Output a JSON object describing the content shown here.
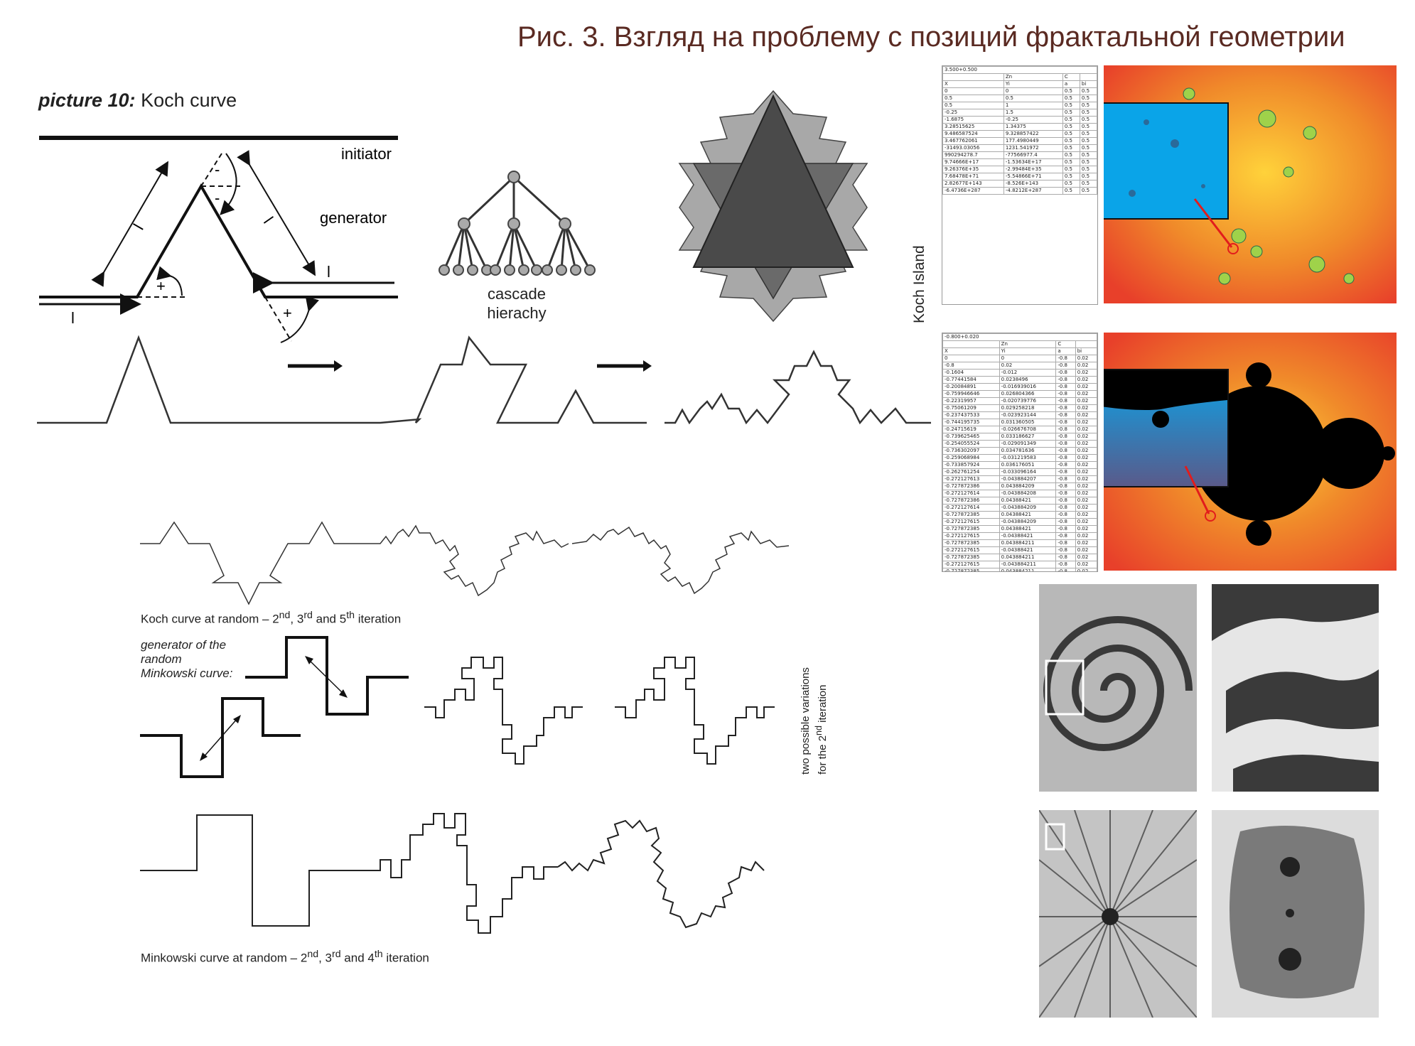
{
  "title": "Рис. 3. Взгляд на проблему с позиций фрактальной геометрии",
  "picture": {
    "label": "picture 10:",
    "name": "Koch curve"
  },
  "koch": {
    "initiator_label": "initiator",
    "generator_label": "generator",
    "length_label": "l",
    "plus_label": "+",
    "minus_label": "-"
  },
  "cascade": {
    "line1": "cascade",
    "line2": "hierachy"
  },
  "koch_island_label": "Koch Island",
  "random_koch_caption": {
    "text": "Koch curve at random – 2",
    "sup1": "nd",
    "t2": ", 3",
    "sup2": "rd",
    "t3": " and 5",
    "sup3": "th",
    "t4": " iteration"
  },
  "minkowski_generator_label": {
    "line1": "generator of the",
    "line2": "random",
    "line3": "Minkowski curve:"
  },
  "variations_label": {
    "line1": "two possible variations",
    "line2": "for the 2",
    "sup": "nd",
    "line3": " iteration"
  },
  "minkowski_caption": {
    "text": "Minkowski curve at random – 2",
    "sup1": "nd",
    "t2": ", 3",
    "sup2": "rd",
    "t3": " and 4",
    "sup3": "th",
    "t4": " iteration"
  },
  "table1": {
    "header": "3.500+0.500",
    "cols": [
      "Zn",
      "C"
    ],
    "sub": [
      "X",
      "Yi",
      "a",
      "bi"
    ],
    "rows": [
      [
        "0",
        "0",
        "0.5",
        "0.5"
      ],
      [
        "0.5",
        "0.5",
        "0.5",
        "0.5"
      ],
      [
        "0.5",
        "1",
        "0.5",
        "0.5"
      ],
      [
        "-0.25",
        "1.5",
        "0.5",
        "0.5"
      ],
      [
        "-1.6875",
        "-0.25",
        "0.5",
        "0.5"
      ],
      [
        "3.28515625",
        "1.34375",
        "0.5",
        "0.5"
      ],
      [
        "9.486587524",
        "9.328857422",
        "0.5",
        "0.5"
      ],
      [
        "3.467762061",
        "177.4980449",
        "0.5",
        "0.5"
      ],
      [
        "-31493.03056",
        "1231.541972",
        "0.5",
        "0.5"
      ],
      [
        "990294278.7",
        "-77566977.4",
        "0.5",
        "0.5"
      ],
      [
        "9.74666E+17",
        "-1.53634E+17",
        "0.5",
        "0.5"
      ],
      [
        "9.26376E+35",
        "-2.99484E+35",
        "0.5",
        "0.5"
      ],
      [
        "7.68478E+71",
        "-5.54866E+71",
        "0.5",
        "0.5"
      ],
      [
        "2.82677E+143",
        "-8.526E+143",
        "0.5",
        "0.5"
      ],
      [
        "-6.4736E+287",
        "-4.8212E+287",
        "0.5",
        "0.5"
      ]
    ]
  },
  "table2": {
    "header": "-0.800+0.020",
    "cols": [
      "Zn",
      "C"
    ],
    "sub": [
      "X",
      "Yi",
      "a",
      "bi"
    ],
    "rows": [
      [
        "0",
        "0",
        "-0.8",
        "0.02"
      ],
      [
        "-0.8",
        "0.02",
        "-0.8",
        "0.02"
      ],
      [
        "-0.1604",
        "-0.012",
        "-0.8",
        "0.02"
      ],
      [
        "-0.77441584",
        "0.0238496",
        "-0.8",
        "0.02"
      ],
      [
        "-0.20084891",
        "-0.016939016",
        "-0.8",
        "0.02"
      ],
      [
        "-0.759946646",
        "0.026804366",
        "-0.8",
        "0.02"
      ],
      [
        "-0.22319957",
        "-0.020739776",
        "-0.8",
        "0.02"
      ],
      [
        "-0.75061209",
        "0.029258218",
        "-0.8",
        "0.02"
      ],
      [
        "-0.237437533",
        "-0.023923144",
        "-0.8",
        "0.02"
      ],
      [
        "-0.744195735",
        "0.031360505",
        "-0.8",
        "0.02"
      ],
      [
        "-0.24715619",
        "-0.026676708",
        "-0.8",
        "0.02"
      ],
      [
        "-0.739625465",
        "0.033186627",
        "-0.8",
        "0.02"
      ],
      [
        "-0.254055524",
        "-0.029091349",
        "-0.8",
        "0.02"
      ],
      [
        "-0.736302097",
        "0.034781636",
        "-0.8",
        "0.02"
      ],
      [
        "-0.259068984",
        "-0.031219583",
        "-0.8",
        "0.02"
      ],
      [
        "-0.733857924",
        "0.036176051",
        "-0.8",
        "0.02"
      ],
      [
        "-0.262761254",
        "-0.033096164",
        "-0.8",
        "0.02"
      ],
      [
        "-0.272127613",
        "-0.043884207",
        "-0.8",
        "0.02"
      ],
      [
        "-0.727872386",
        "0.043884209",
        "-0.8",
        "0.02"
      ],
      [
        "-0.272127614",
        "-0.043884208",
        "-0.8",
        "0.02"
      ],
      [
        "-0.727872386",
        "0.04388421",
        "-0.8",
        "0.02"
      ],
      [
        "-0.272127614",
        "-0.043884209",
        "-0.8",
        "0.02"
      ],
      [
        "-0.727872385",
        "0.04388421",
        "-0.8",
        "0.02"
      ],
      [
        "-0.272127615",
        "-0.043884209",
        "-0.8",
        "0.02"
      ],
      [
        "-0.727872385",
        "0.04388421",
        "-0.8",
        "0.02"
      ],
      [
        "-0.272127615",
        "-0.04388421",
        "-0.8",
        "0.02"
      ],
      [
        "-0.727872385",
        "0.043884211",
        "-0.8",
        "0.02"
      ],
      [
        "-0.272127615",
        "-0.04388421",
        "-0.8",
        "0.02"
      ],
      [
        "-0.727872385",
        "0.043884211",
        "-0.8",
        "0.02"
      ],
      [
        "-0.272127615",
        "-0.043884211",
        "-0.8",
        "0.02"
      ],
      [
        "-0.727872385",
        "0.043884211",
        "-0.8",
        "0.02"
      ],
      [
        "-0.272127615",
        "-0.043884211",
        "-0.8",
        "0.02"
      ]
    ]
  },
  "colors": {
    "title": "#5a2a22",
    "fractal_red": "#e8402a",
    "fractal_yellow": "#ffd23a",
    "zoom_blue": "#0aa4e8",
    "arrow_red": "#e21c1c"
  }
}
